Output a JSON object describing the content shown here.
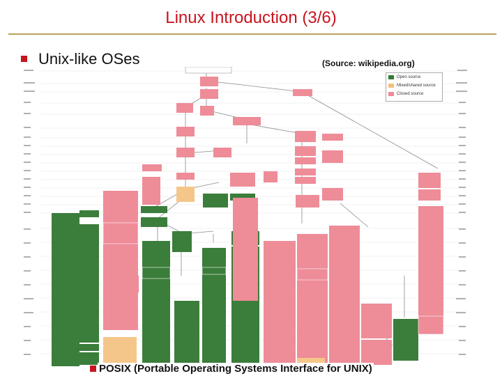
{
  "slide": {
    "title": "Linux Introduction (3/6)",
    "bullet": "Unix-like OSes",
    "source": "(Source: wikipedia.org)",
    "footer_bullet": "POSIX (Portable Operating Systems Interface for UNIX)"
  },
  "diagram": {
    "legend": [
      {
        "label": "Open source",
        "color": "#2e7d32"
      },
      {
        "label": "Mixed/shared source",
        "color": "#f4c07a"
      },
      {
        "label": "Closed source",
        "color": "#f08a96"
      }
    ],
    "colors": {
      "open": "#3b7d3b",
      "mixed": "#f5c68a",
      "closed": "#ee8c98",
      "line": "#8a8a8a"
    }
  }
}
